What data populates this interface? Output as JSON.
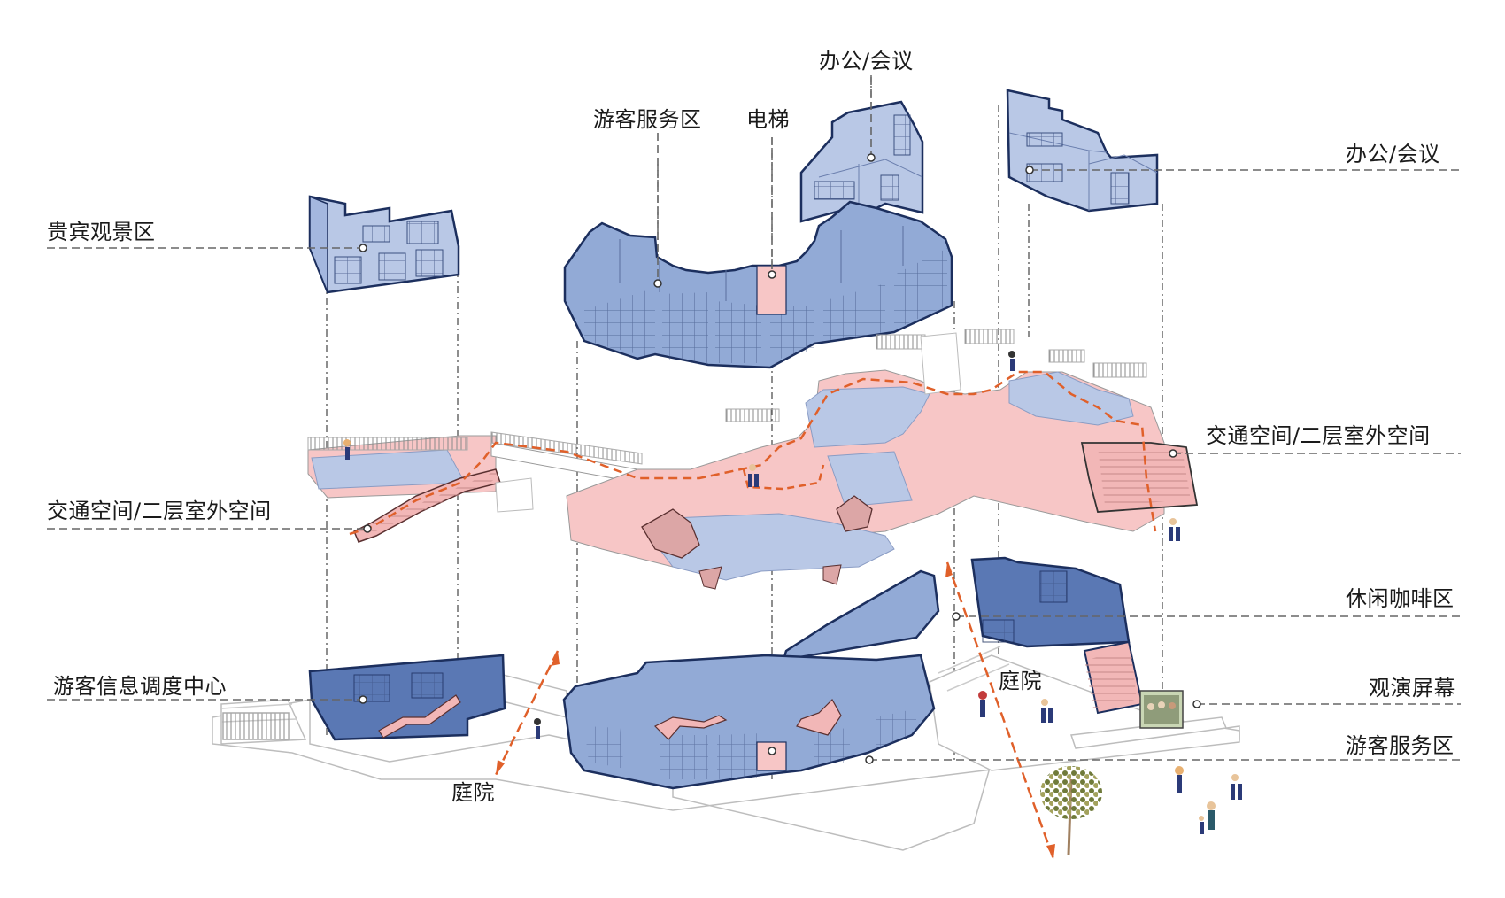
{
  "diagram": {
    "type": "exploded-axonometric-building-program-diagram",
    "colors": {
      "enclosed_space_light": "#b9c8e6",
      "enclosed_space_mid": "#92aad6",
      "enclosed_space_dark": "#5a78b4",
      "outline": "#1c2f5e",
      "circulation_pink": "#f7c6c6",
      "courtyard_arrow": "#e0602a",
      "leader_line": "#666666",
      "ground_outline": "#bfbfbf"
    },
    "levels": [
      {
        "name": "roof-level",
        "blocks": [
          "贵宾观景区",
          "办公/会议",
          "办公/会议"
        ]
      },
      {
        "name": "second-floor-enclosed",
        "blocks": [
          "游客服务区",
          "电梯"
        ]
      },
      {
        "name": "second-floor-outdoor",
        "blocks": [
          "交通空间/二层室外空间"
        ]
      },
      {
        "name": "ground-floor",
        "blocks": [
          "游客信息调度中心",
          "游客服务区",
          "休闲咖啡区",
          "观演屏幕",
          "庭院"
        ]
      }
    ]
  },
  "labels": {
    "vip_viewing": "贵宾观景区",
    "visitor_service_top": "游客服务区",
    "elevator": "电梯",
    "office_meeting_center": "办公/会议",
    "office_meeting_right": "办公/会议",
    "circulation_right": "交通空间/二层室外空间",
    "circulation_left": "交通空间/二层室外空间",
    "leisure_cafe": "休闲咖啡区",
    "courtyard_center": "庭院",
    "visitor_info_center": "游客信息调度中心",
    "viewing_screen": "观演屏幕",
    "courtyard_left": "庭院",
    "visitor_service_bottom": "游客服务区"
  }
}
